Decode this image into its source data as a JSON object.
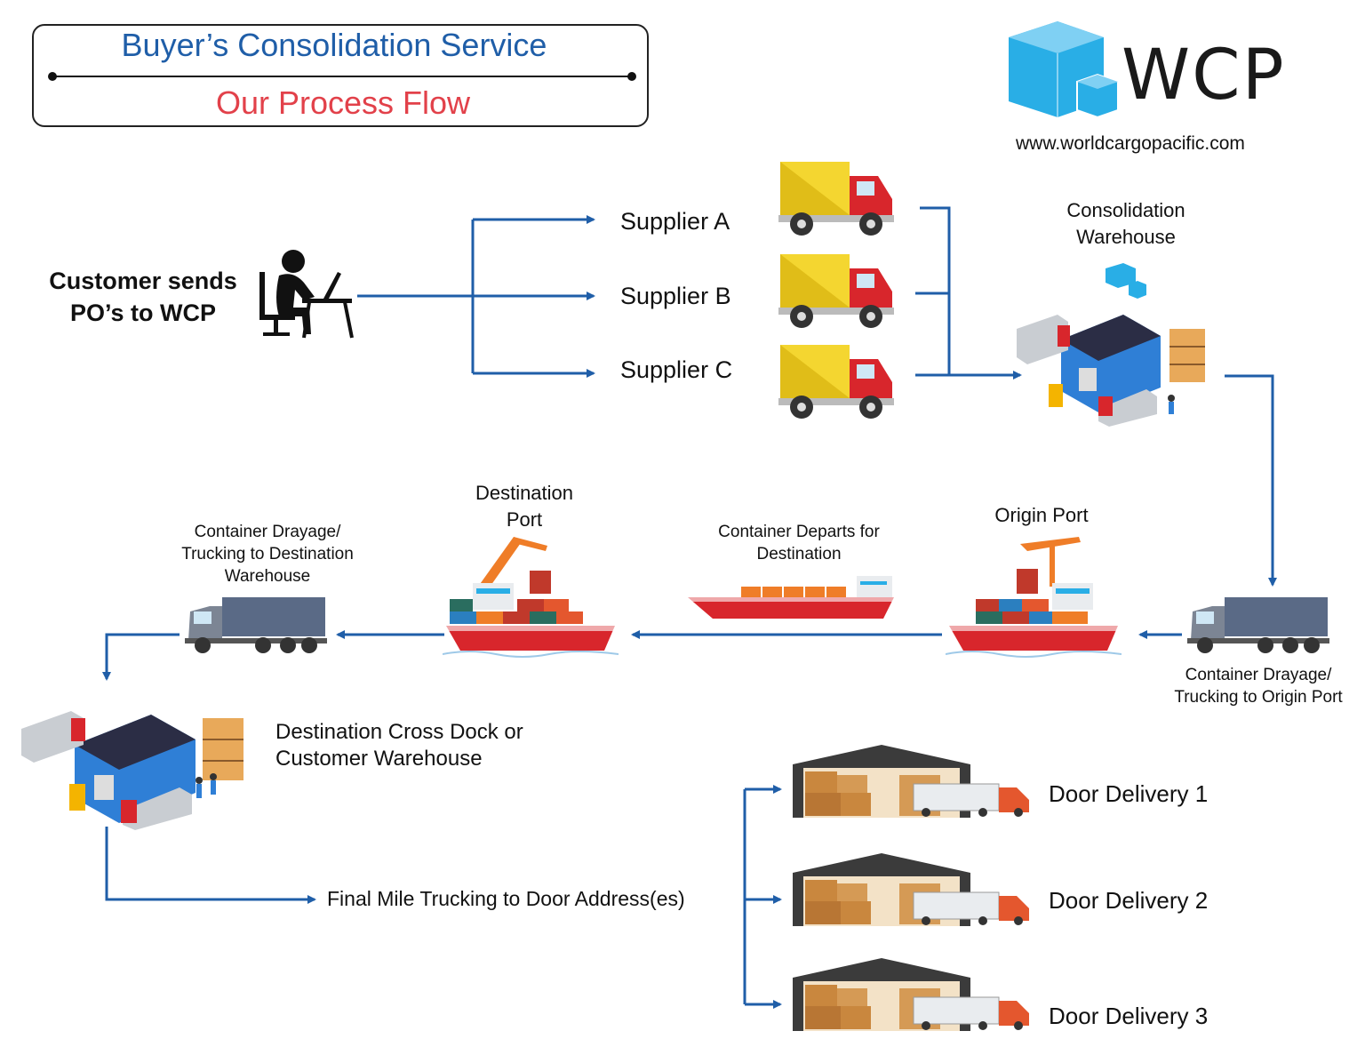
{
  "header": {
    "title": "Buyer’s Consolidation Service",
    "subtitle": "Our Process Flow"
  },
  "brand": {
    "logo_text": "WCP",
    "url": "www.worldcargopacific.com",
    "logo_color": "#29aee6"
  },
  "nodes": {
    "customer": "Customer sends PO’s to WCP",
    "supplier_a": "Supplier A",
    "supplier_b": "Supplier B",
    "supplier_c": "Supplier C",
    "consolidation_warehouse": "Consolidation Warehouse",
    "container_drayage_origin": "Container Drayage/ Trucking to Origin Port",
    "origin_port": "Origin Port",
    "container_departs": "Container Departs for Destination",
    "destination_port": "Destination Port",
    "container_drayage_destination": "Container Drayage/ Trucking to Destination Warehouse",
    "destination_cross_dock": "Destination Cross Dock or Customer Warehouse",
    "final_mile": "Final Mile Trucking to Door Address(es)",
    "door_delivery_1": "Door Delivery 1",
    "door_delivery_2": "Door Delivery 2",
    "door_delivery_3": "Door Delivery 3"
  },
  "colors": {
    "arrow": "#1f5ea8",
    "title_blue": "#1f5ea8",
    "title_red": "#e2414a",
    "truck_cargo": "#f4d630",
    "truck_cab": "#d8262c",
    "container_truck": "#5a6a86"
  }
}
